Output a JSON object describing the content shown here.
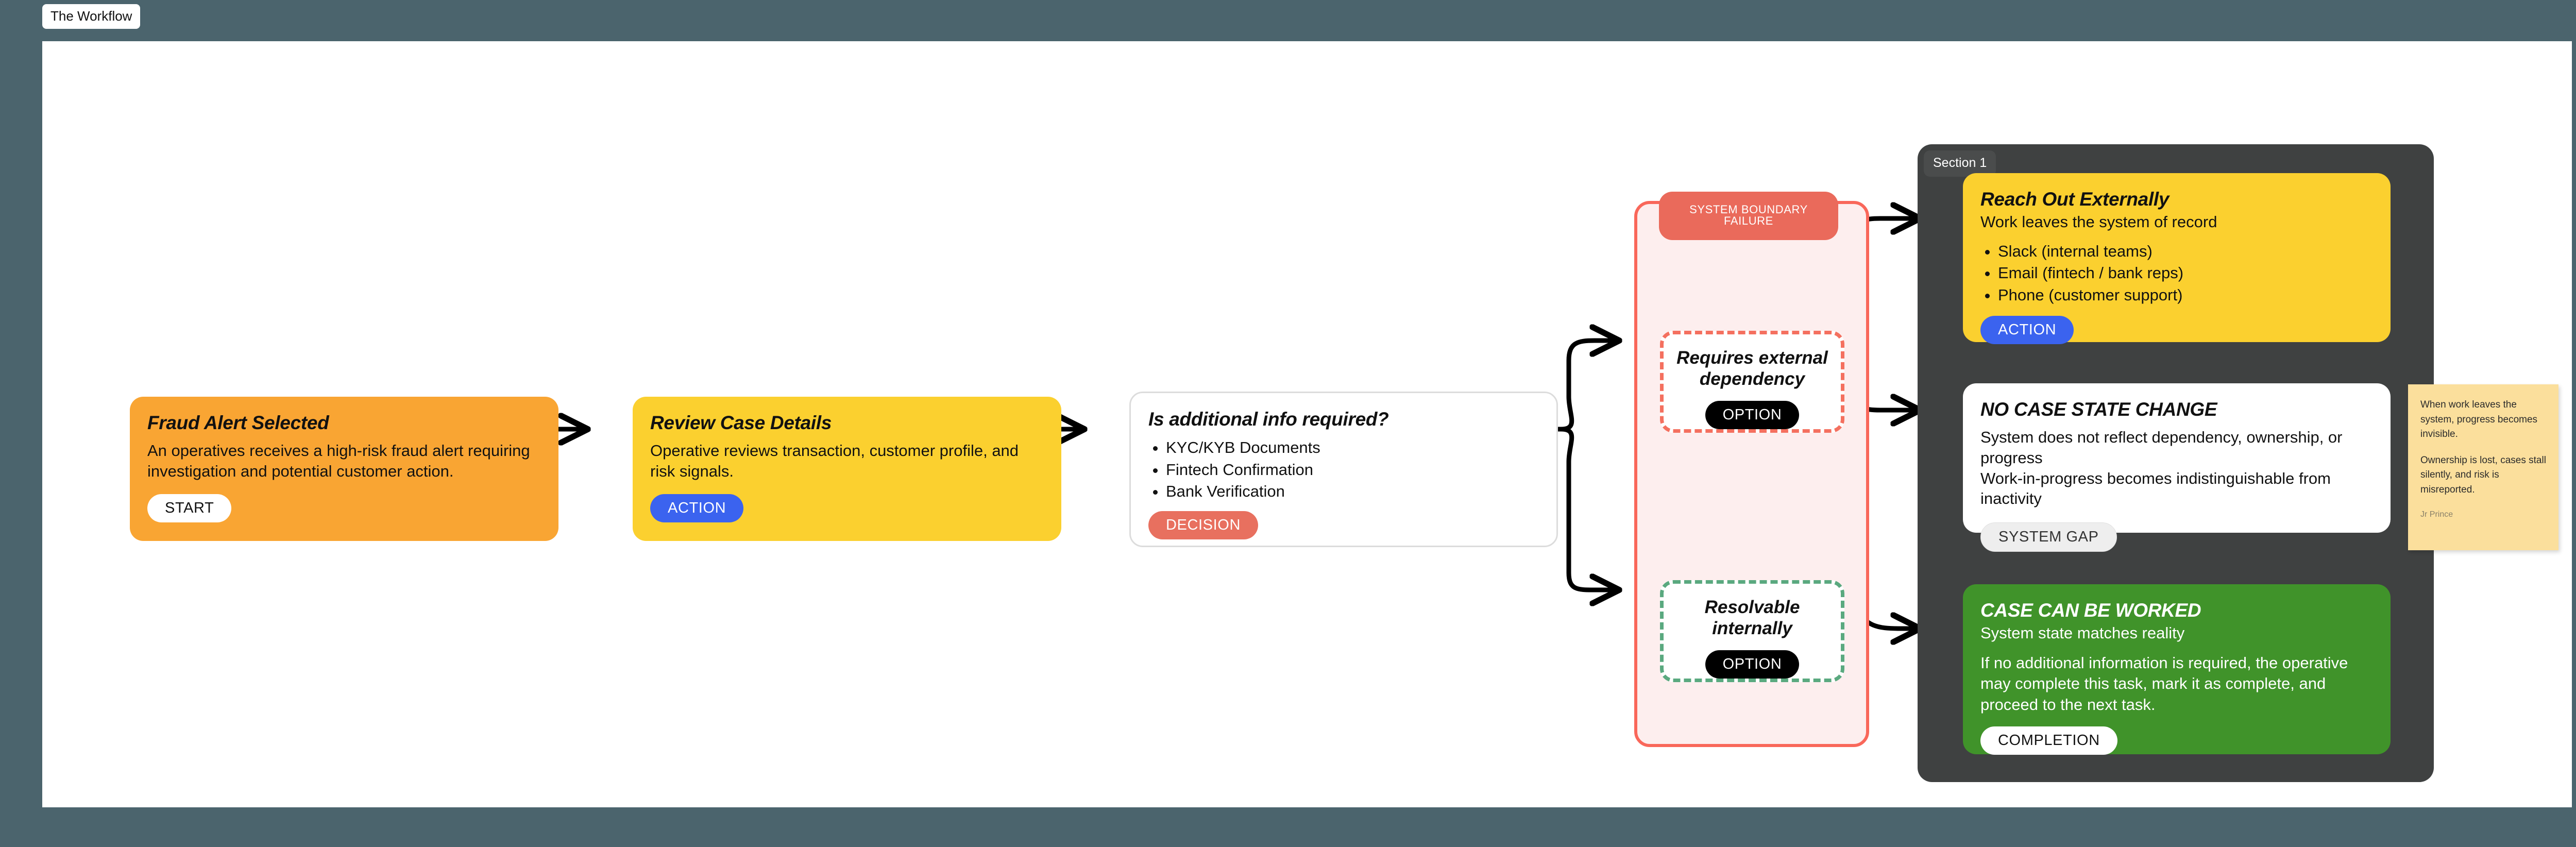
{
  "window": {
    "title": "The Workflow"
  },
  "nodes": {
    "fraud_alert": {
      "title": "Fraud Alert Selected",
      "description": "An operatives receives a high-risk fraud alert requiring investigation and potential customer action.",
      "button": "START",
      "color": "#f9a533"
    },
    "review_case": {
      "title": "Review Case Details",
      "description": "Operative reviews transaction, customer profile, and risk signals.",
      "button": "ACTION",
      "color": "#fbd02f"
    },
    "decision": {
      "title": "Is additional info required?",
      "items": [
        "KYC/KYB Documents",
        "Fintech Confirmation",
        "Bank Verification"
      ],
      "button": "DECISION",
      "color": "#ffffff"
    }
  },
  "group_boundary": {
    "label": "SYSTEM BOUNDARY FAILURE",
    "fill": "#fdeeee",
    "stroke": "#f9675a",
    "options": [
      {
        "title": "Requires external dependency",
        "button": "OPTION",
        "border": "#f4705f"
      },
      {
        "title": "Resolvable internally",
        "button": "OPTION",
        "border": "#5aa97f"
      }
    ]
  },
  "section": {
    "label": "Section 1",
    "background": "#3f4141",
    "cards": {
      "reach_out": {
        "title": "Reach Out Externally",
        "subtitle": "Work leaves the system of record",
        "items": [
          "Slack (internal teams)",
          "Email (fintech / bank reps)",
          "Phone (customer support)"
        ],
        "button": "ACTION",
        "color": "#fbd02f"
      },
      "no_case_state_change": {
        "title": "NO CASE STATE CHANGE",
        "line1": "System does not reflect dependency, ownership, or progress",
        "line2": "Work-in-progress becomes indistinguishable from inactivity",
        "button": "SYSTEM GAP",
        "color": "#ffffff"
      },
      "case_can_be_worked": {
        "title": "CASE CAN BE WORKED",
        "subtitle": "System state matches reality",
        "body": "If no additional information is required, the operative may complete this task, mark it as complete, and proceed to the next task.",
        "button": "COMPLETION",
        "color": "#40932a"
      }
    }
  },
  "sticky_note": {
    "paragraph1": "When work leaves the system, progress becomes invisible.",
    "paragraph2": "Ownership is lost, cases stall silently, and risk is misreported.",
    "author": "Jr Prince",
    "color": "#fbdf9c"
  }
}
